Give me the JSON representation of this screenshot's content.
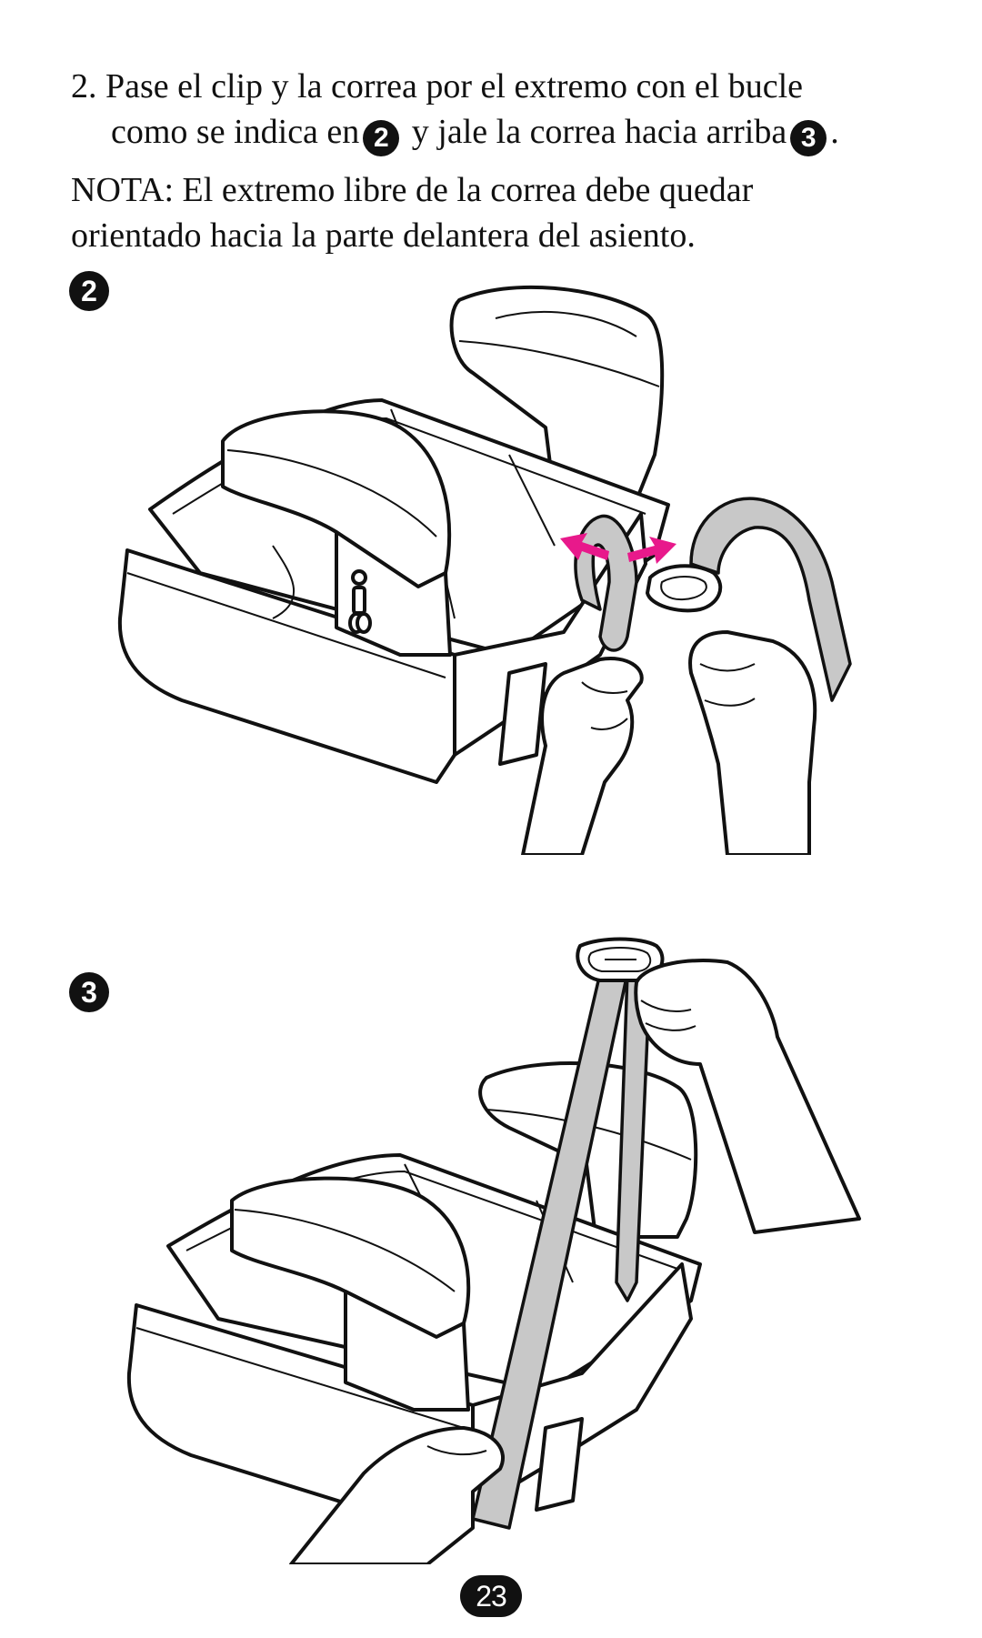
{
  "instructions": {
    "step_number": "2.",
    "line1": "Pase el clip y la correa por el extremo con el bucle",
    "line2_a": "como se indica en",
    "line2_b": "y jale la correa hacia arriba",
    "line2_end": ".",
    "ref_a": "2",
    "ref_b": "3"
  },
  "note": {
    "line1": "NOTA: El extremo libre de la correa debe quedar",
    "line2": "orientado hacia la parte delantera del asiento."
  },
  "figures": [
    {
      "label": "2"
    },
    {
      "label": "3"
    }
  ],
  "colors": {
    "arrow": "#e8198b",
    "strap": "#c8c8c8",
    "ink": "#111111"
  },
  "page_number": "23"
}
